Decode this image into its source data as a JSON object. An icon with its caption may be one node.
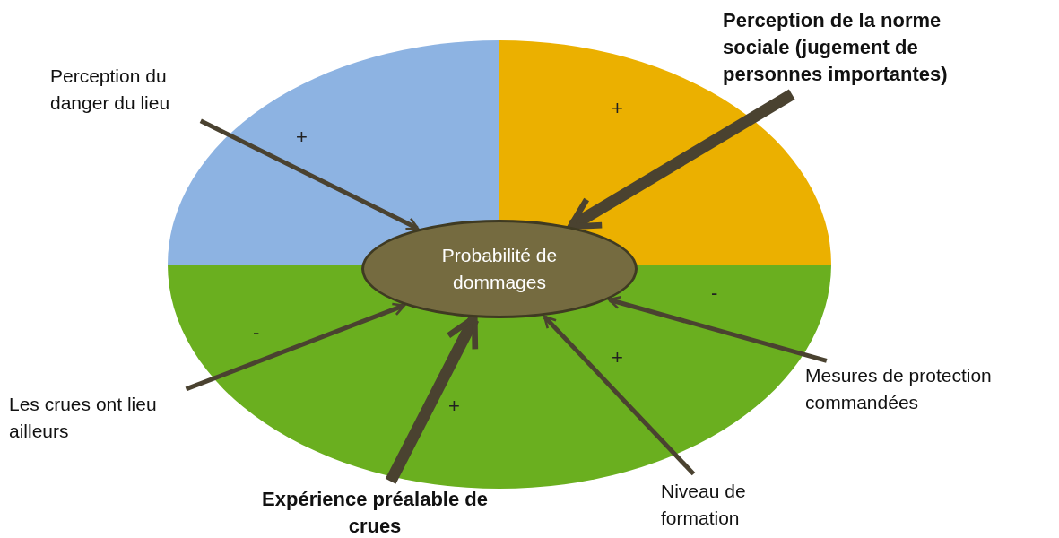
{
  "diagram": {
    "nodes": [
      {
        "text": [
          "Probabilité de dommages"
        ]
      },
      {
        "text": [
          "Perception du danger du lieu"
        ]
      },
      {
        "text": [
          "Perception de la norme sociale  (jugement de personnes importantes)"
        ]
      },
      {
        "text": [
          "Les crues ont lieu ailleurs"
        ]
      },
      {
        "text": [
          "Mesures de protection commandées"
        ]
      },
      {
        "text": [
          "Expérience préalable de crues"
        ]
      },
      {
        "text": [
          "Niveau de formation"
        ]
      }
    ],
    "edges": [
      {
        "from": 1,
        "to": 0,
        "arrow": "to",
        "label": "+"
      },
      {
        "from": 2,
        "to": 0,
        "arrow": "to",
        "label": "+",
        "style": "thick"
      },
      {
        "from": 3,
        "to": 0,
        "arrow": "to",
        "label": "-"
      },
      {
        "from": 4,
        "to": 0,
        "arrow": "to",
        "label": "-"
      },
      {
        "from": 5,
        "to": 0,
        "arrow": "to",
        "label": "+",
        "style": "thick"
      },
      {
        "from": 6,
        "to": 0,
        "arrow": "to",
        "label": "+"
      }
    ]
  }
}
